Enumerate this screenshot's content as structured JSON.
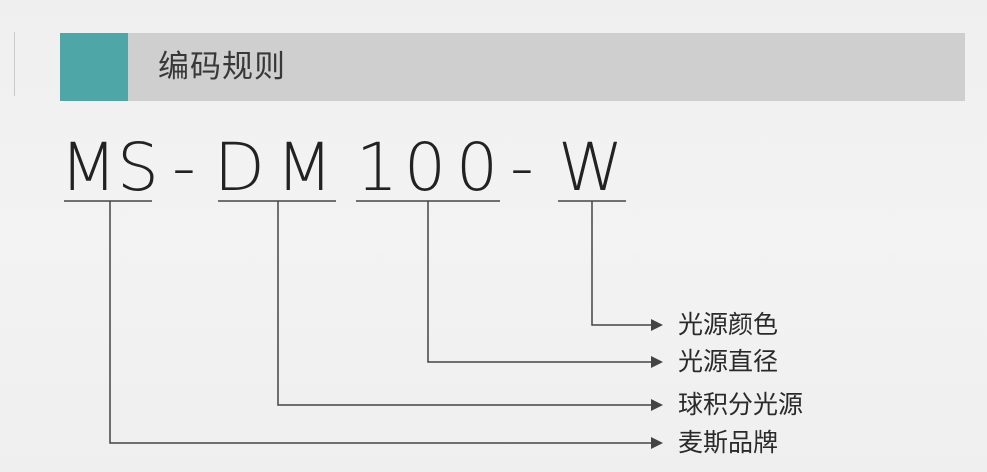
{
  "header": {
    "title": "编码规则",
    "accent_color": "#4ea6a6",
    "bar_color": "#cfcfcf"
  },
  "code": {
    "parts": [
      "MS",
      "-",
      "D",
      "M",
      "1",
      "0",
      "0",
      "-",
      "W"
    ]
  },
  "labels": [
    {
      "id": "color",
      "text": "光源颜色"
    },
    {
      "id": "diameter",
      "text": "光源直径"
    },
    {
      "id": "sphere",
      "text": "球积分光源"
    },
    {
      "id": "brand",
      "text": "麦斯品牌"
    }
  ],
  "line_color": "#444444"
}
